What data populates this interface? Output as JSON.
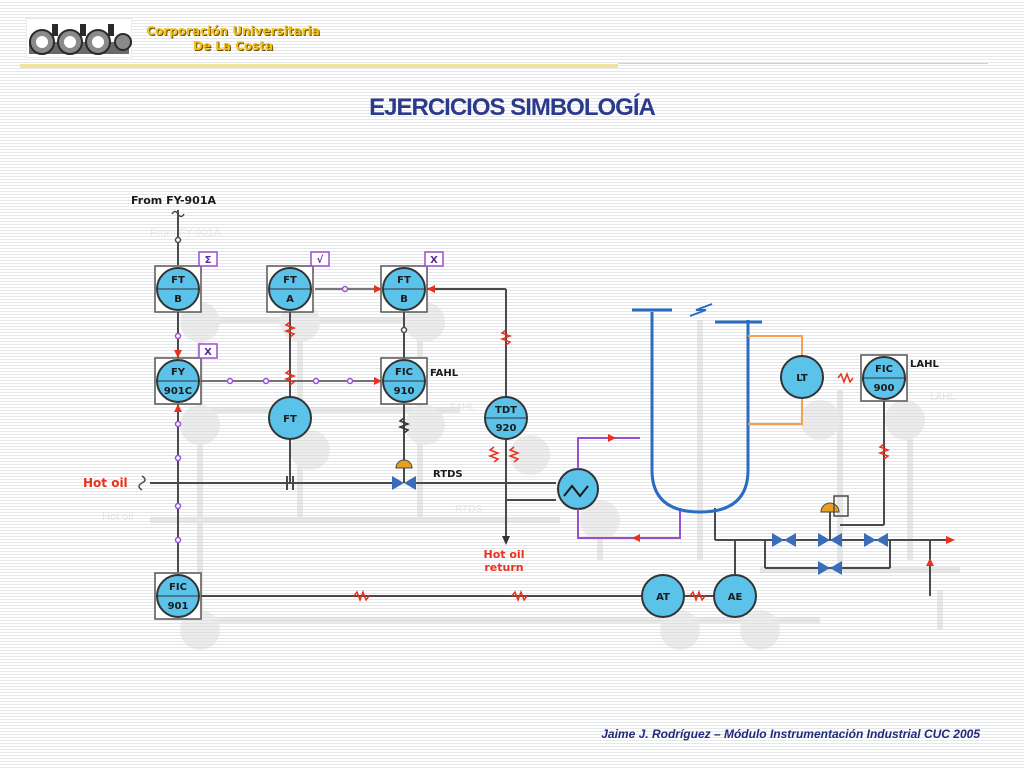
{
  "header": {
    "org_line1": "Corporación Universitaria",
    "org_line2": "De La Costa",
    "title": "EJERCICIOS SIMBOLOGÍA"
  },
  "diagram": {
    "from_label": "From FY-901A",
    "hot_oil": "Hot oil",
    "hot_oil_return_1": "Hot oil",
    "hot_oil_return_2": "return",
    "rtds": "RTDS",
    "fahl": "FAHL",
    "lahl": "LAHL",
    "instruments": {
      "ft_b_top": "FT",
      "ft_b_bot": "B",
      "ft_a_top": "FT",
      "ft_a_bot": "A",
      "ft_b2_top": "FT",
      "ft_b2_bot": "B",
      "fy_top": "FY",
      "fy_bot": "901C",
      "fic910_top": "FIC",
      "fic910_bot": "910",
      "ft_plain": "FT",
      "tdt_top": "TDT",
      "tdt_bot": "920",
      "fic901_top": "FIC",
      "fic901_bot": "901",
      "lt": "LT",
      "fic900_top": "FIC",
      "fic900_bot": "900",
      "at": "AT",
      "ae": "AE"
    },
    "tags": {
      "sum": "Σ",
      "sqrt": "√",
      "mult_1": "X",
      "mult_2": "X"
    },
    "colors": {
      "instrument_fill": "#5bc2ea",
      "line": "#4a4a4a",
      "hot_oil_red": "#e8321e",
      "vessel_blue": "#2a6cc2",
      "heater_purple": "#9a4fd0",
      "level_orange": "#f5a050",
      "valve_blue": "#3a6cb8",
      "actuator_orange": "#e8a11f"
    }
  },
  "footer": {
    "text": "Jaime J. Rodríguez – Módulo Instrumentación Industrial  CUC 2005"
  }
}
